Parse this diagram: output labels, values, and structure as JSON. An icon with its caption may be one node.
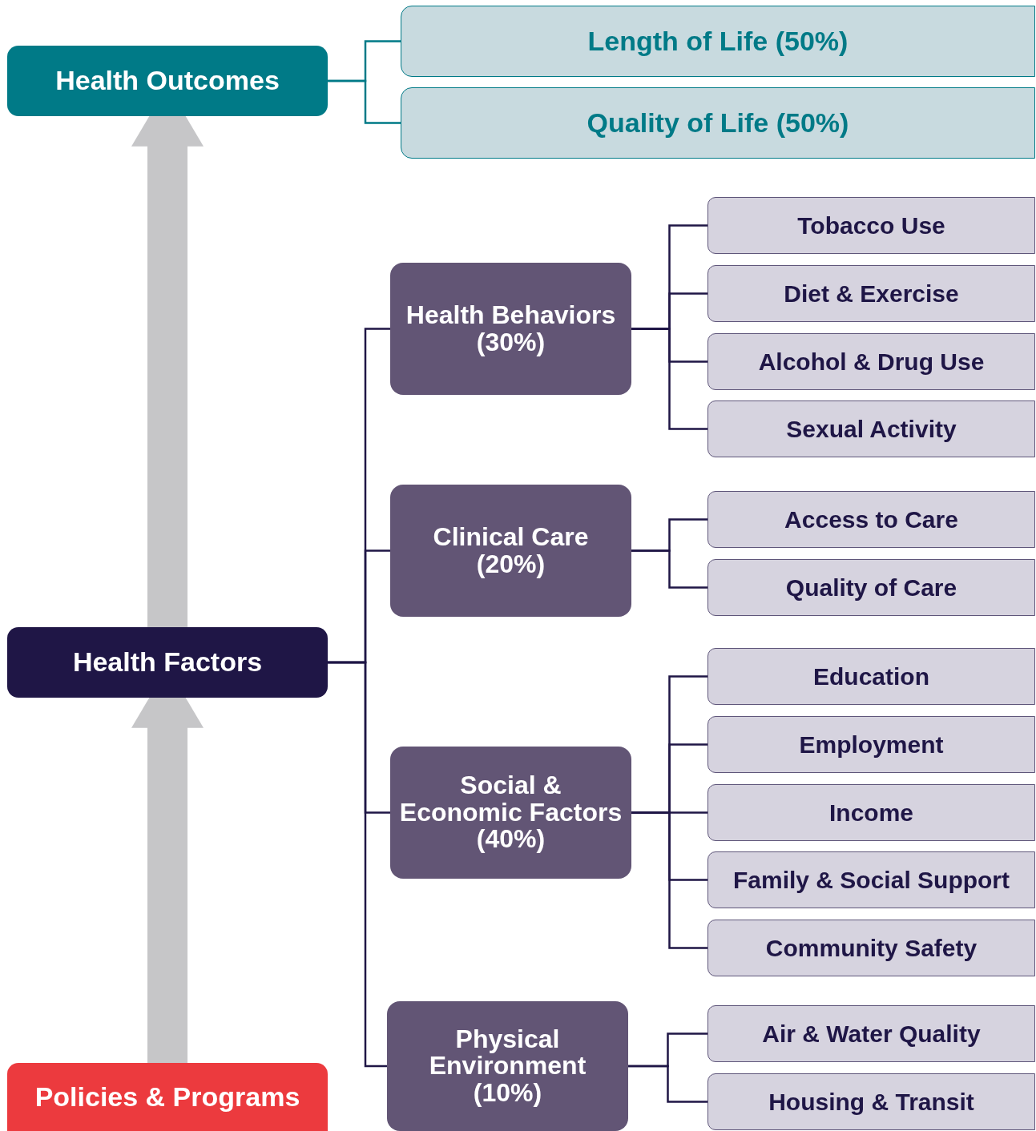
{
  "diagram": {
    "nodes": [
      {
        "text": [
          "Health Outcomes"
        ]
      },
      {
        "text": [
          "Length of Life (50%)"
        ]
      },
      {
        "text": [
          "Quality of Life (50%)"
        ]
      },
      {
        "text": [
          "Health Factors"
        ]
      },
      {
        "text": [
          "Health Behaviors (30%)"
        ]
      },
      {
        "text": [
          "Tobacco Use"
        ]
      },
      {
        "text": [
          "Diet & Exercise"
        ]
      },
      {
        "text": [
          "Alcohol & Drug Use"
        ]
      },
      {
        "text": [
          "Sexual Activity"
        ]
      },
      {
        "text": [
          "Clinical Care (20%)"
        ]
      },
      {
        "text": [
          "Access to Care"
        ]
      },
      {
        "text": [
          "Quality of Care"
        ]
      },
      {
        "text": [
          "Social & Economic Factors (40%)"
        ]
      },
      {
        "text": [
          "Education"
        ]
      },
      {
        "text": [
          "Employment"
        ]
      },
      {
        "text": [
          "Income"
        ]
      },
      {
        "text": [
          "Family & Social Support"
        ]
      },
      {
        "text": [
          "Community Safety"
        ]
      },
      {
        "text": [
          "Physical Environment (10%)"
        ]
      },
      {
        "text": [
          "Air & Water Quality"
        ]
      },
      {
        "text": [
          "Housing & Transit"
        ]
      },
      {
        "text": [
          "Policies & Programs"
        ]
      }
    ],
    "edges": [
      {
        "from": 0,
        "to": 1,
        "arrow": "none",
        "color": "#007a87"
      },
      {
        "from": 0,
        "to": 2,
        "arrow": "none",
        "color": "#007a87"
      },
      {
        "from": 3,
        "to": 4,
        "arrow": "none"
      },
      {
        "from": 3,
        "to": 9,
        "arrow": "none"
      },
      {
        "from": 3,
        "to": 12,
        "arrow": "none"
      },
      {
        "from": 3,
        "to": 18,
        "arrow": "none"
      },
      {
        "from": 4,
        "to": 5,
        "arrow": "none"
      },
      {
        "from": 4,
        "to": 6,
        "arrow": "none"
      },
      {
        "from": 4,
        "to": 7,
        "arrow": "none"
      },
      {
        "from": 4,
        "to": 8,
        "arrow": "none"
      },
      {
        "from": 9,
        "to": 10,
        "arrow": "none"
      },
      {
        "from": 9,
        "to": 11,
        "arrow": "none"
      },
      {
        "from": 12,
        "to": 13,
        "arrow": "none"
      },
      {
        "from": 12,
        "to": 14,
        "arrow": "none"
      },
      {
        "from": 12,
        "to": 15,
        "arrow": "none"
      },
      {
        "from": 12,
        "to": 16,
        "arrow": "none"
      },
      {
        "from": 12,
        "to": 17,
        "arrow": "none"
      },
      {
        "from": 18,
        "to": 19,
        "arrow": "none"
      },
      {
        "from": 18,
        "to": 20,
        "arrow": "none"
      },
      {
        "from": 21,
        "to": 3,
        "arrow": "to",
        "style": "thick",
        "color": "#c6c6c8"
      },
      {
        "from": 3,
        "to": 0,
        "arrow": "to",
        "style": "thick",
        "color": "#c6c6c8"
      }
    ]
  }
}
